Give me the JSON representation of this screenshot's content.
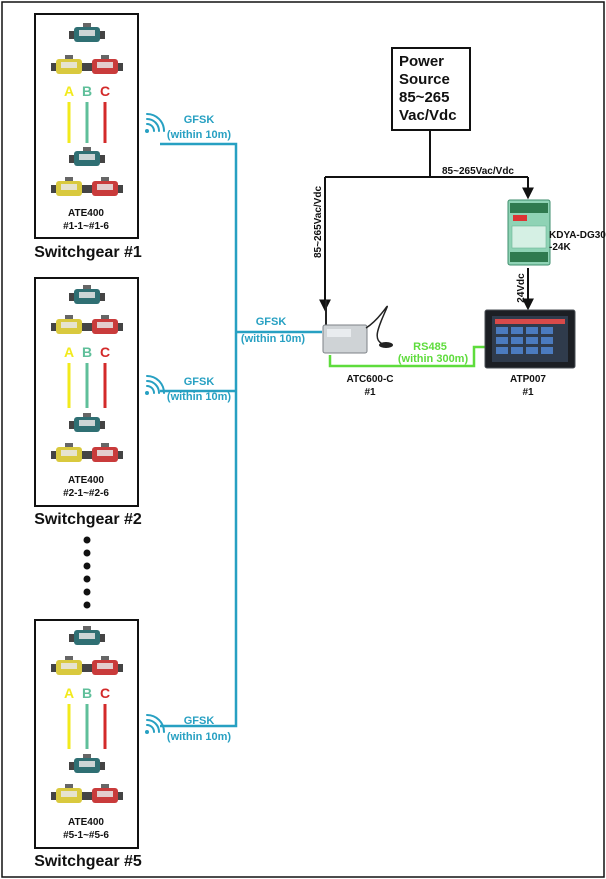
{
  "colors": {
    "wireless": "#27a0c2",
    "rs485": "#5edc3c",
    "phase_a": "#f2ea1c",
    "phase_b": "#5fbf9a",
    "phase_c": "#d32a2a",
    "wire": "#111111",
    "ate_top": "#2f6f73",
    "ate_yellow": "#d9c93e",
    "ate_red": "#c93b3b"
  },
  "phases": [
    "A",
    "B",
    "C"
  ],
  "switchgears": [
    {
      "label": "Switchgear #1",
      "ate_model": "ATE400",
      "ate_range": "#1-1~#1-6"
    },
    {
      "label": "Switchgear #2",
      "ate_model": "ATE400",
      "ate_range": "#2-1~#2-6"
    },
    {
      "label": "Switchgear #5",
      "ate_model": "ATE400",
      "ate_range": "#5-1~#5-6"
    }
  ],
  "links": {
    "gfsk_label": "GFSK",
    "gfsk_range": "(within 10m)",
    "rs485_label": "RS485",
    "rs485_range": "(within 300m)"
  },
  "power_source": [
    "Power",
    "Source",
    "85~265",
    "Vac/Vdc"
  ],
  "wire_labels": {
    "main": "85~265Vac/Vdc",
    "vertical": "85~265Vac/Vdc",
    "dc": "24Vdc"
  },
  "atc": {
    "model": "ATC600-C",
    "number": "#1"
  },
  "atp": {
    "model": "ATP007",
    "number": "#1"
  },
  "psu": {
    "model_line1": "KDYA-DG30",
    "model_line2": "-24K"
  }
}
